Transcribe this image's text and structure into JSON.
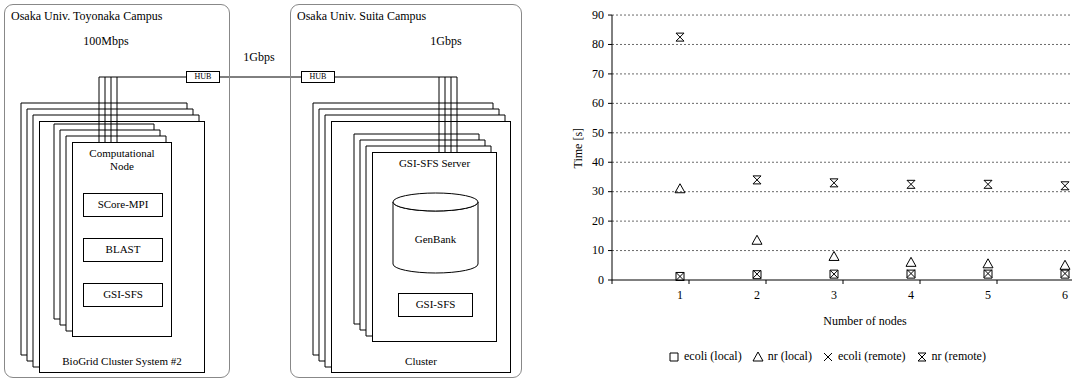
{
  "diagram": {
    "nodes": [
      {
        "text": [
          "Osaka Univ. Toyonaka Campus"
        ]
      },
      {
        "text": [
          "BioGrid Cluster System #2"
        ],
        "in": 0
      },
      {
        "text": [
          "Computational Node"
        ],
        "in": 1
      },
      {
        "text": [
          "SCore-MPI"
        ],
        "in": 2
      },
      {
        "text": [
          "BLAST"
        ],
        "in": 2
      },
      {
        "text": [
          "GSI-SFS"
        ],
        "in": 2
      },
      {
        "text": [
          "HUB"
        ],
        "in": 0
      },
      {
        "text": [
          "Osaka Univ. Suita Campus"
        ]
      },
      {
        "text": [
          "HUB"
        ],
        "in": 7
      },
      {
        "text": [
          "Cluster"
        ],
        "in": 7
      },
      {
        "text": [
          "GSI-SFS Server"
        ],
        "in": 9
      },
      {
        "text": [
          "GenBank"
        ],
        "in": 10
      },
      {
        "text": [
          "GSI-SFS"
        ],
        "in": 10
      }
    ],
    "edges": [
      {
        "from": 6,
        "to": 2,
        "label": "100Mbps",
        "arrow": "none"
      },
      {
        "from": 6,
        "to": 8,
        "label": "1Gbps",
        "arrow": "none"
      },
      {
        "from": 8,
        "to": 10,
        "label": "1Gbps",
        "arrow": "none"
      }
    ],
    "labels": [
      "Time [s]",
      "0",
      "10",
      "20",
      "30",
      "40",
      "50",
      "60",
      "70",
      "80",
      "90",
      "1",
      "2",
      "3",
      "4",
      "5",
      "6",
      "Number of nodes"
    ],
    "legend": [
      {
        "text": "ecoli (local)"
      },
      {
        "text": "nr (local)"
      },
      {
        "text": "ecoli (remote)"
      },
      {
        "text": "nr (remote)"
      }
    ]
  }
}
